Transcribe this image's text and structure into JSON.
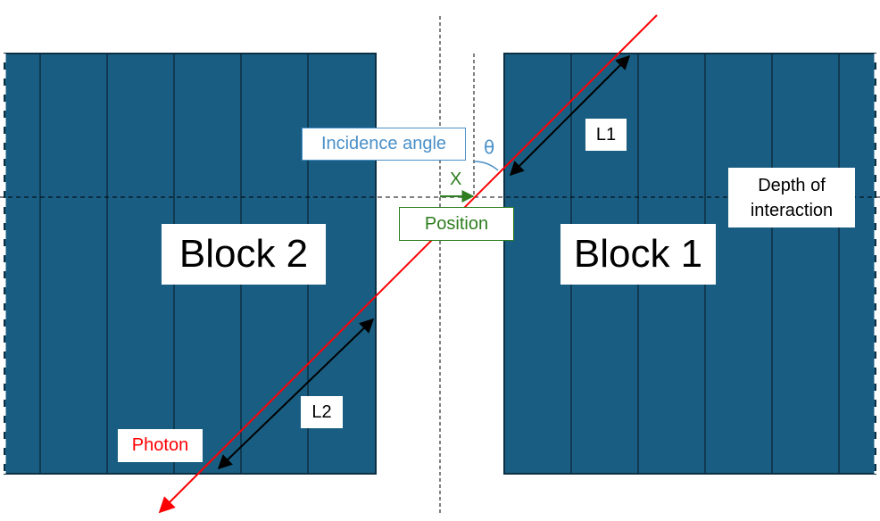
{
  "labels": {
    "block_2": "Block 2",
    "block_1": "Block 1",
    "incidence_angle": "Incidence angle",
    "theta": "θ",
    "x": "X",
    "position": "Position",
    "l1": "L1",
    "l2": "L2",
    "depth_of_interaction_line1": "Depth of",
    "depth_of_interaction_line2": "interaction",
    "photon": "Photon"
  },
  "colors": {
    "block_fill": "#195e82",
    "block_line": "#0d2f42",
    "photon": "#ff0000",
    "incidence_angle": "#4a90c8",
    "position": "#2e7d1f"
  }
}
